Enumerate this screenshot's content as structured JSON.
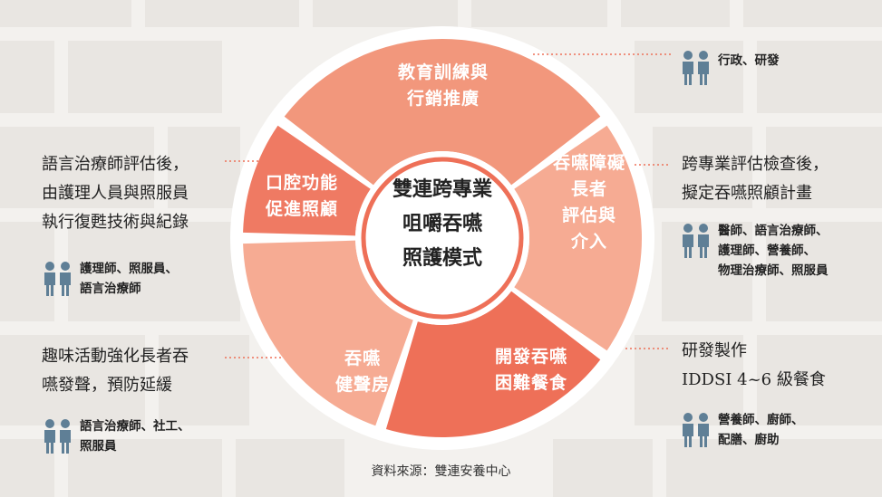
{
  "center_title": [
    "雙連跨專業",
    "咀嚼吞嚥",
    "照護模式"
  ],
  "segments": {
    "education": "教育訓練與\n行銷推廣",
    "assessment": "吞嚥障礙\n長者\n評估與\n介入",
    "development": "開發吞嚥\n困難餐食",
    "gym": "吞嚥\n健聲房",
    "oral": "口腔功能\n促進照顧"
  },
  "colors": {
    "education": "#f2977c",
    "assessment": "#f6ab93",
    "development": "#ee7058",
    "gym": "#f6ab93",
    "oral": "#ef7a63",
    "people_icon": "#5f7f96",
    "dotted_line": "#ee7058"
  },
  "right": {
    "top": {
      "roles": "行政、研發"
    },
    "mid": {
      "desc": "跨專業評估檢查後，\n擬定吞嚥照顧計畫",
      "roles": "醫師、語言治療師、\n護理師、營養師、\n物理治療師、照服員"
    },
    "bot": {
      "desc": "研發製作\nIDDSI 4~6 級餐食",
      "roles": "營養師、廚師、\n配膳、廚助"
    }
  },
  "left": {
    "top": {
      "desc": "語言治療師評估後，\n由護理人員與照服員\n執行復甦技術與紀錄",
      "roles": "護理師、照服員、\n語言治療師"
    },
    "bot": {
      "desc": "趣味活動強化長者吞\n嚥發聲，預防延緩",
      "roles": "語言治療師、社工、\n照服員"
    }
  },
  "source": "資料來源：雙連安養中心"
}
